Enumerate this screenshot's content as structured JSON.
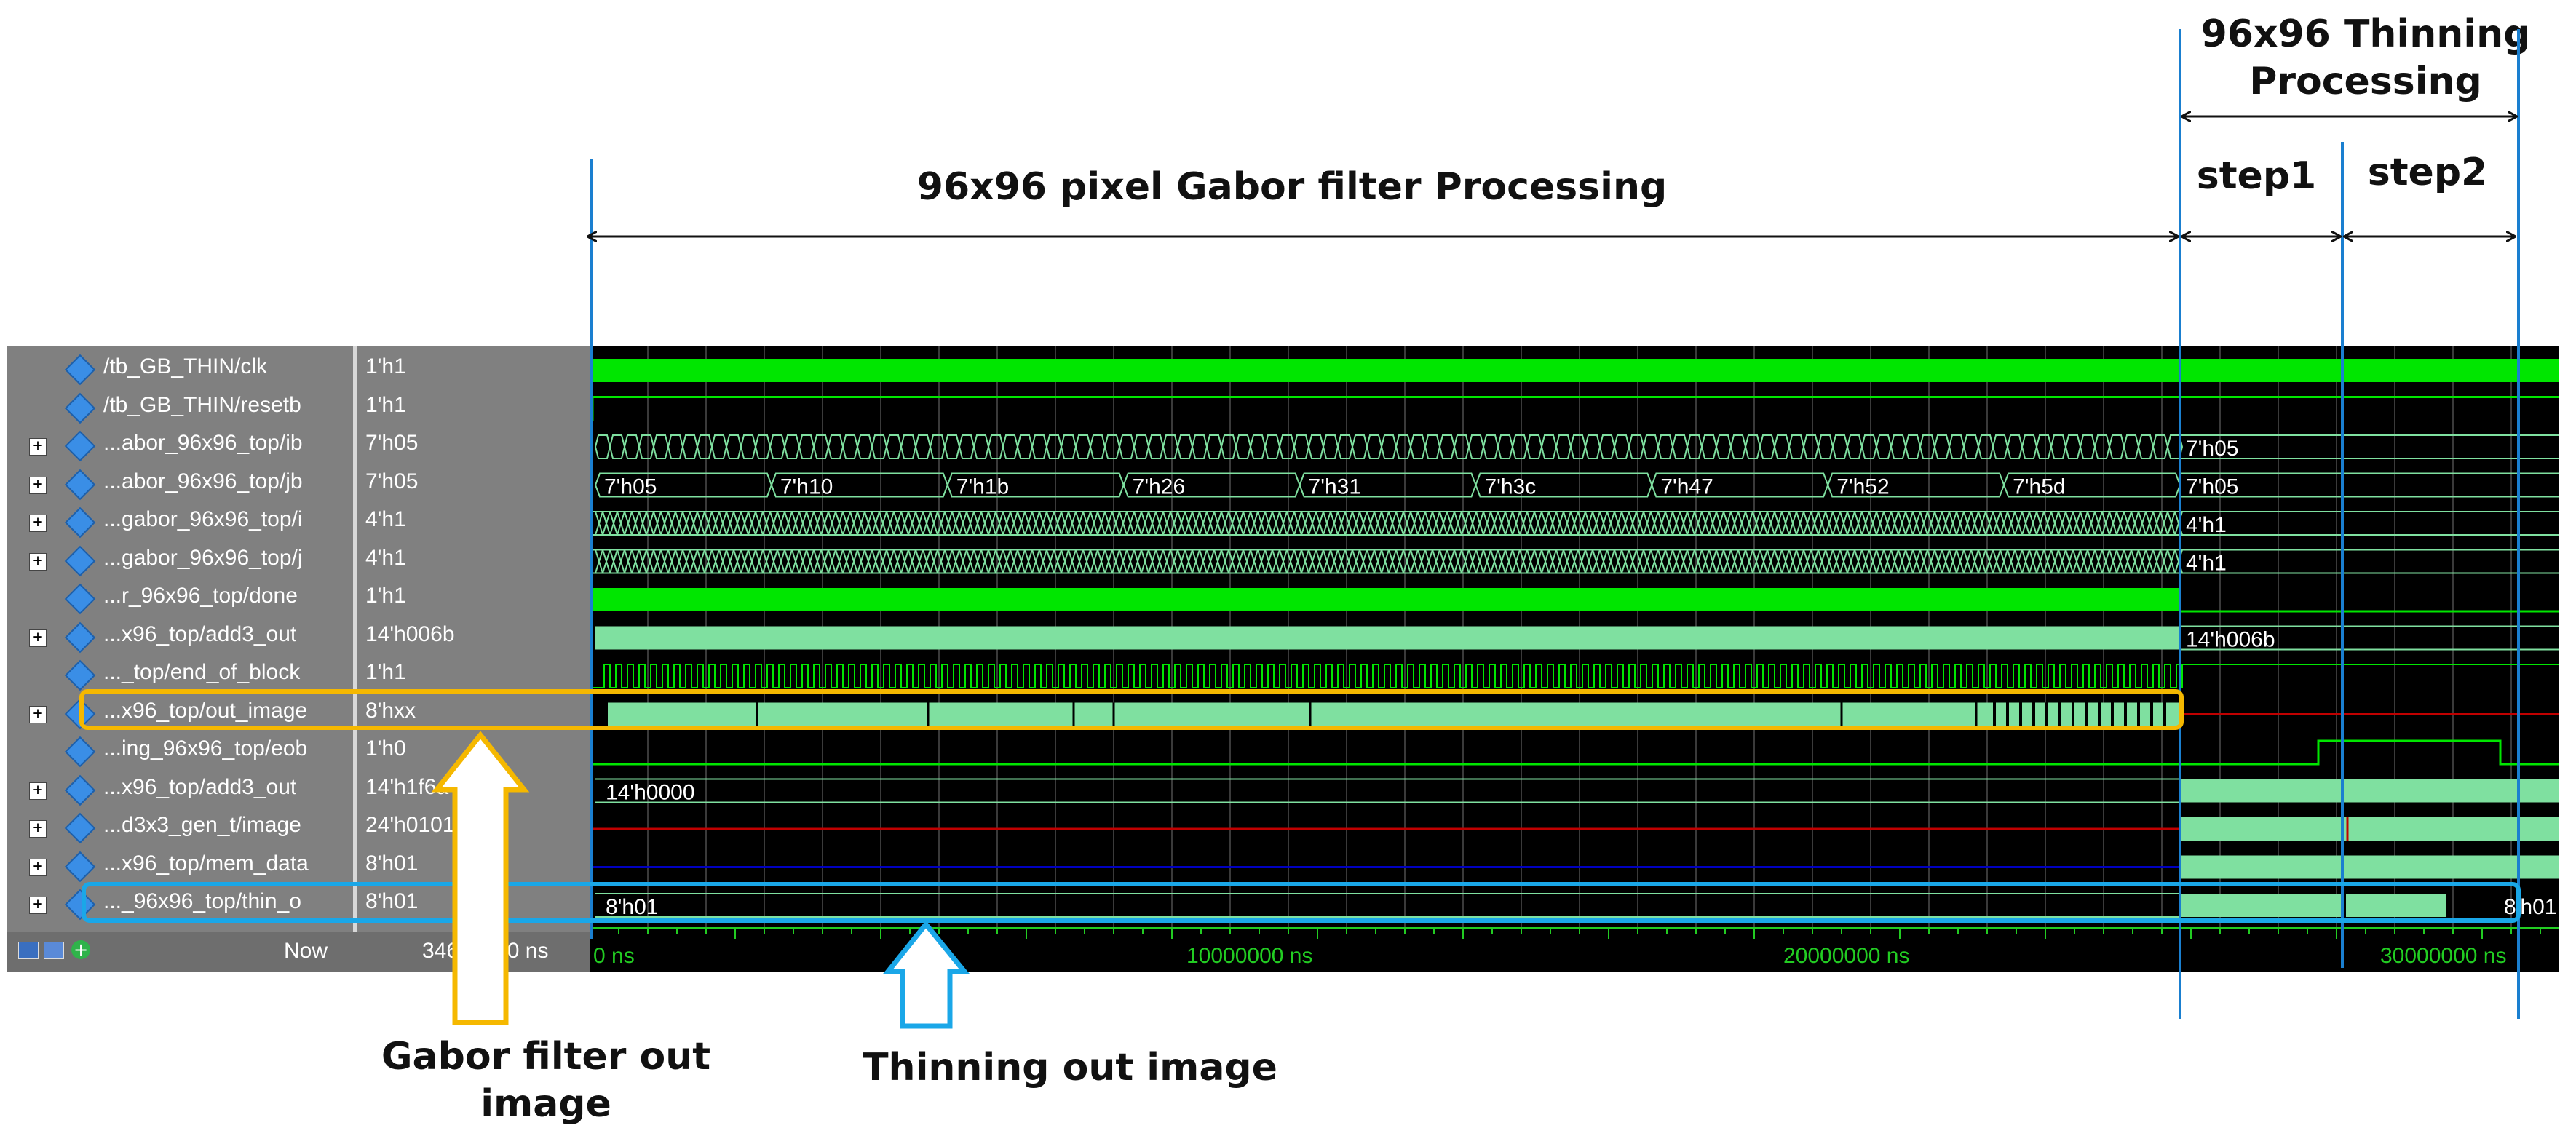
{
  "annotations": {
    "gabor_title": "96x96 pixel Gabor filter Processing",
    "thinning_title": "96x96 Thinning Processing",
    "step1": "step1",
    "step2": "step2",
    "gabor_out_label": "Gabor filter out image",
    "thinning_out_label": "Thinning out image"
  },
  "signals": [
    {
      "name": "/tb_GB_THIN/clk",
      "value": "1'h1",
      "expandable": false
    },
    {
      "name": "/tb_GB_THIN/resetb",
      "value": "1'h1",
      "expandable": false
    },
    {
      "name": "...abor_96x96_top/ib",
      "value": "7'h05",
      "expandable": true
    },
    {
      "name": "...abor_96x96_top/jb",
      "value": "7'h05",
      "expandable": true
    },
    {
      "name": "...gabor_96x96_top/i",
      "value": "4'h1",
      "expandable": true
    },
    {
      "name": "...gabor_96x96_top/j",
      "value": "4'h1",
      "expandable": true
    },
    {
      "name": "...r_96x96_top/done",
      "value": "1'h1",
      "expandable": false
    },
    {
      "name": "...x96_top/add3_out",
      "value": "14'h006b",
      "expandable": true
    },
    {
      "name": "..._top/end_of_block",
      "value": "1'h1",
      "expandable": false
    },
    {
      "name": "...x96_top/out_image",
      "value": "8'hxx",
      "expandable": true
    },
    {
      "name": "...ing_96x96_top/eob",
      "value": "1'h0",
      "expandable": false
    },
    {
      "name": "...x96_top/add3_out",
      "value": "14'h1f6a",
      "expandable": true
    },
    {
      "name": "...d3x3_gen_t/image",
      "value": "24'h010101",
      "expandable": true
    },
    {
      "name": "...x96_top/mem_data",
      "value": "8'h01",
      "expandable": true
    },
    {
      "name": "..._96x96_top/thin_o",
      "value": "8'h01",
      "expandable": true
    }
  ],
  "now_bar": {
    "label": "Now",
    "value": "34644070 ns"
  },
  "waveform": {
    "jb_values": [
      "7'h05",
      "7'h10",
      "7'h1b",
      "7'h26",
      "7'h31",
      "7'h3c",
      "7'h47",
      "7'h52",
      "7'h5d"
    ],
    "ib_end_value": "7'h05",
    "jb_end_value": "7'h05",
    "i_end_value": "4'h1",
    "j_end_value": "4'h1",
    "add3_end_value": "14'h006b",
    "add3_thin_start_value": "14'h0000",
    "thin_o_start_value": "8'h01",
    "thin_o_end_value": "8'h01",
    "time_ticks": [
      "0 ns",
      "10000000 ns",
      "20000000 ns",
      "30000000 ns"
    ],
    "colors": {
      "wave": "#00e600",
      "bus": "#7fe0a0",
      "background": "#000000",
      "undefined": "#c00000",
      "highz": "#0000c0"
    }
  },
  "colors": {
    "gabor_box": "#f5b800",
    "thinning_box": "#1aa7e8",
    "marker_line": "#1a7fd0"
  }
}
